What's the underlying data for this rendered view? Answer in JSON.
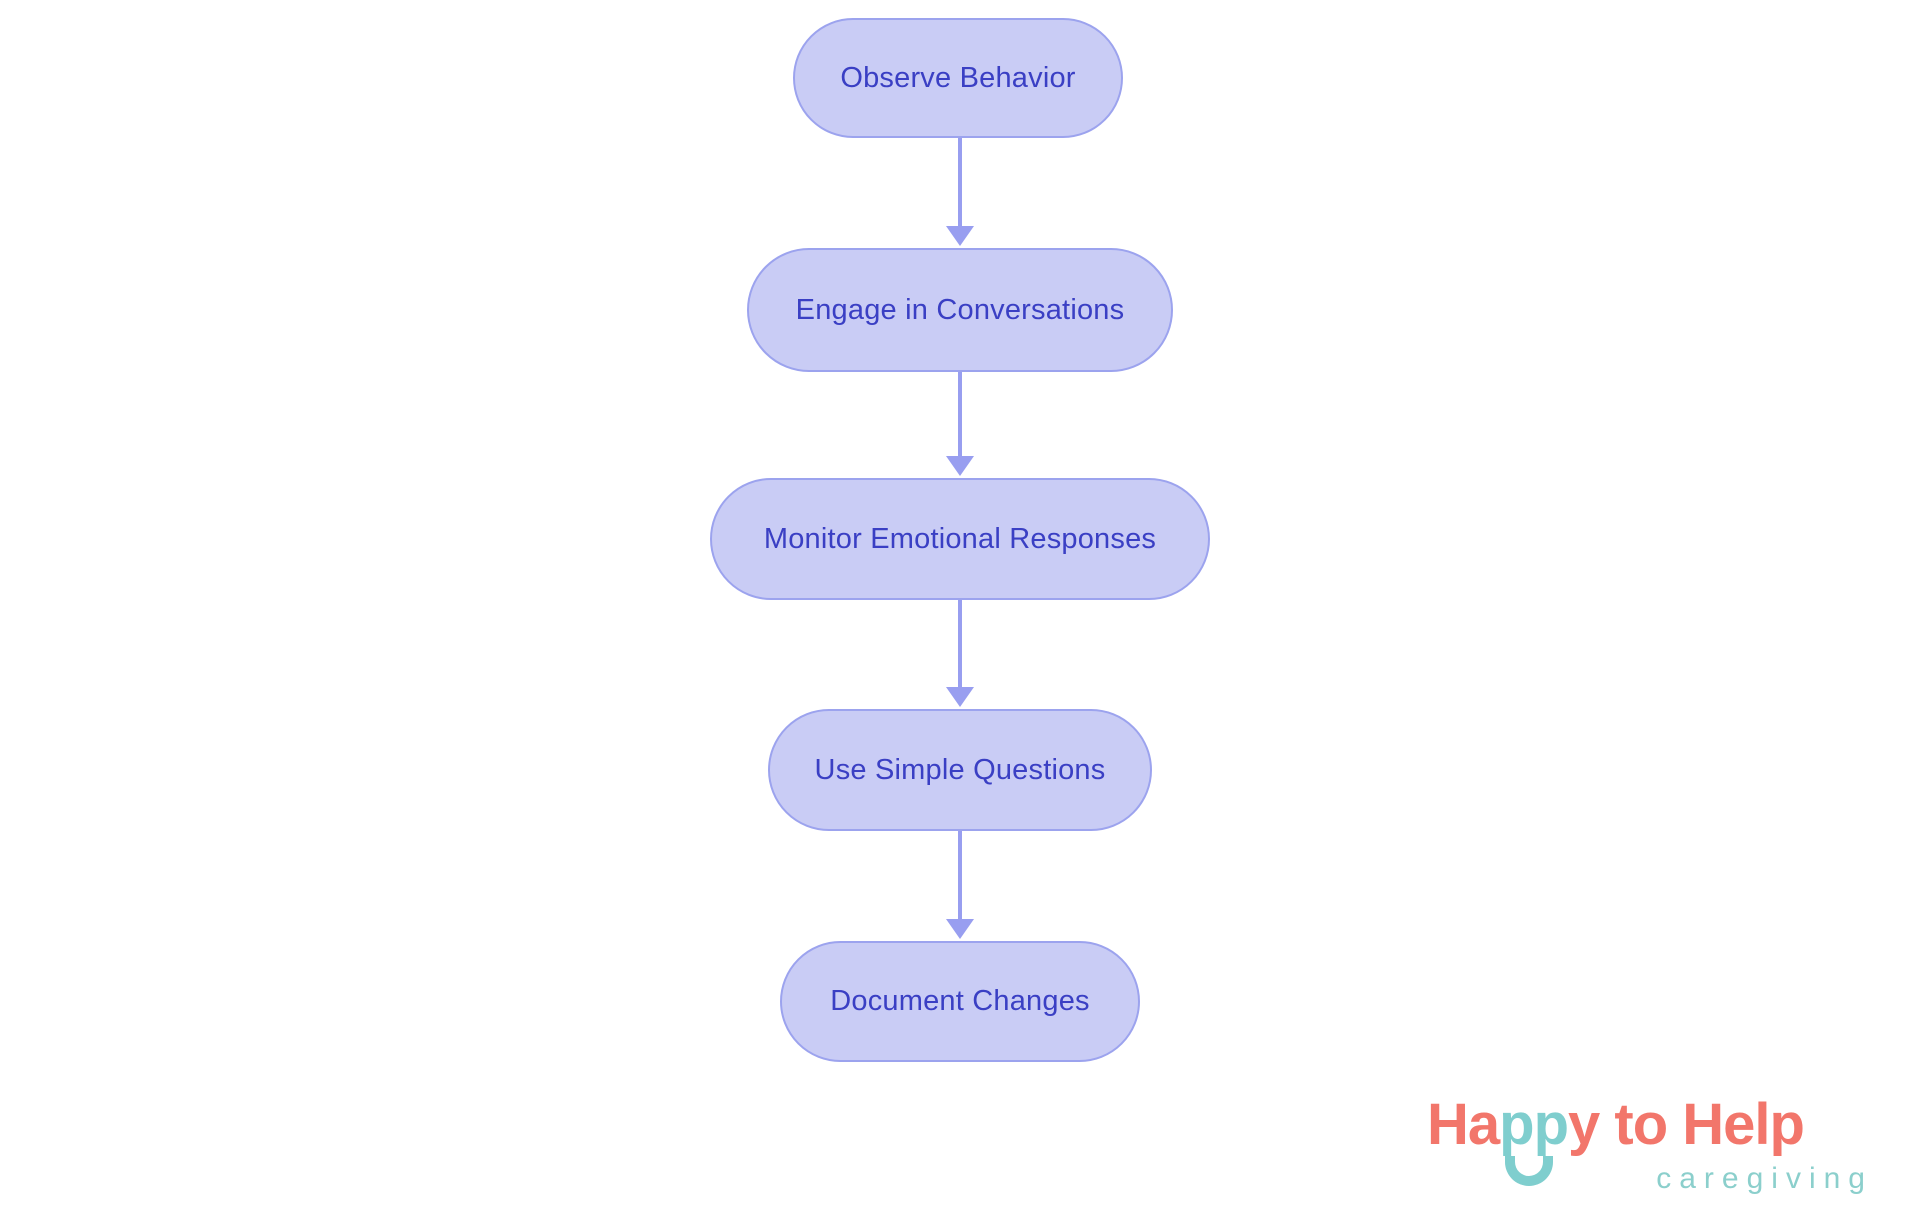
{
  "diagram": {
    "type": "flowchart",
    "direction": "top-down",
    "nodes": [
      {
        "id": "1",
        "label": "Observe Behavior"
      },
      {
        "id": "2",
        "label": "Engage in Conversations"
      },
      {
        "id": "3",
        "label": "Monitor Emotional Responses"
      },
      {
        "id": "4",
        "label": "Use Simple Questions"
      },
      {
        "id": "5",
        "label": "Document Changes"
      }
    ],
    "edges": [
      {
        "from": "Observe Behavior",
        "to": "Engage in Conversations"
      },
      {
        "from": "Engage in Conversations",
        "to": "Monitor Emotional Responses"
      },
      {
        "from": "Monitor Emotional Responses",
        "to": "Use Simple Questions"
      },
      {
        "from": "Use Simple Questions",
        "to": "Document Changes"
      }
    ],
    "colors": {
      "node_fill": "#c9ccf5",
      "node_border": "#9ca3ee",
      "node_text": "#3a3fc4",
      "arrow": "#989ef0",
      "background": "#ffffff"
    }
  },
  "logo": {
    "part_ha": "Ha",
    "part_pp": "pp",
    "part_rest": "y to Help",
    "tagline": "caregiving",
    "colors": {
      "coral": "#f2766b",
      "teal": "#7fcece",
      "tagline_teal": "#8bcfcc"
    }
  }
}
